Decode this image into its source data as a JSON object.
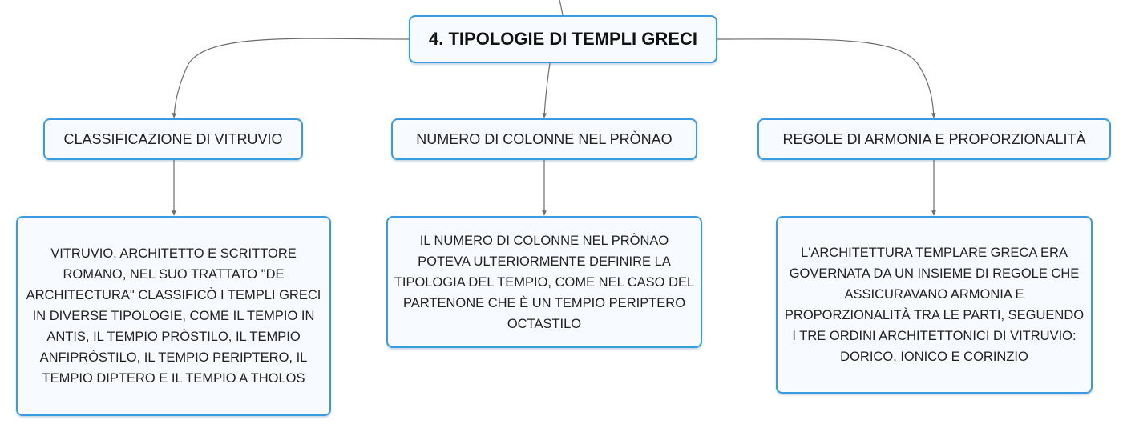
{
  "colors": {
    "border": "#3a9be0",
    "node_fill": "#f7fbff",
    "connector": "#6d6d6d"
  },
  "root": {
    "title": "4. TIPOLOGIE DI TEMPLI GRECI"
  },
  "categories": [
    {
      "label": "CLASSIFICAZIONE DI VITRUVIO",
      "detail": "VITRUVIO, ARCHITETTO E SCRITTORE ROMANO, NEL SUO TRATTATO \"DE ARCHITECTURA\" CLASSIFICÒ I TEMPLI GRECI IN DIVERSE TIPOLOGIE, COME IL TEMPIO IN ANTIS, IL TEMPIO PRÒSTILO, IL TEMPIO ANFIPRÒSTILO, IL TEMPIO PERIPTERO, IL TEMPIO DIPTERO E IL TEMPIO A THOLOS"
    },
    {
      "label": "NUMERO DI COLONNE NEL PRÒNAO",
      "detail": "IL NUMERO DI COLONNE NEL PRÒNAO POTEVA ULTERIORMENTE DEFINIRE LA TIPOLOGIA DEL TEMPIO, COME NEL CASO DEL PARTENONE CHE È UN TEMPIO PERIPTERO OCTASTILO"
    },
    {
      "label": "REGOLE DI ARMONIA E PROPORZIONALITÀ",
      "detail": "L'ARCHITETTURA TEMPLARE GRECA ERA GOVERNATA DA UN INSIEME DI REGOLE CHE ASSICURAVANO ARMONIA E PROPORZIONALITÀ TRA LE PARTI, SEGUENDO I TRE ORDINI ARCHITETTONICI DI VITRUVIO: DORICO, IONICO E CORINZIO"
    }
  ]
}
